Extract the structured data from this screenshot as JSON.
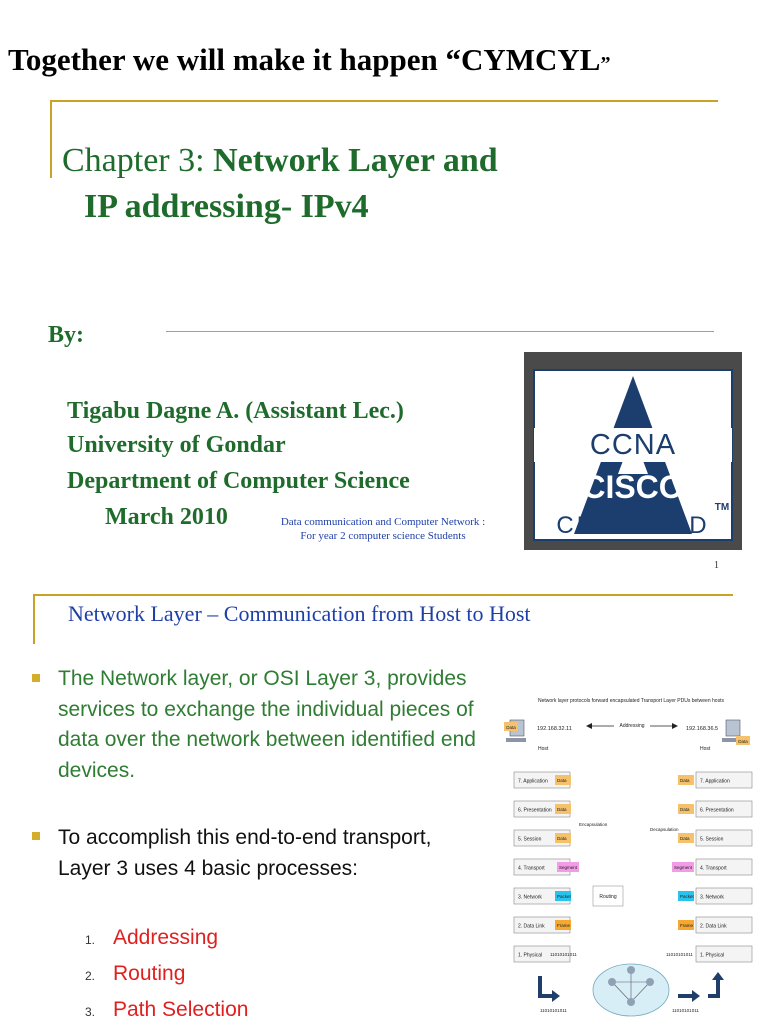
{
  "slide1": {
    "banner": {
      "text": "Together we will make it happen “CYMCYL",
      "close_quote": "”"
    },
    "title": {
      "prefix": "Chapter 3: ",
      "bold_line1": "Network Layer and",
      "line2": "IP addressing-   IPv4"
    },
    "by_label": "By:",
    "author": {
      "name": "Tigabu Dagne A. (Assistant Lec.)",
      "university": "University of Gondar",
      "department": "Department of Computer Science",
      "date": "March 2010"
    },
    "footer_note": "Data communication and Computer Network : For year 2 computer science Students",
    "page_number": "1",
    "logo": {
      "line1": "CCNA",
      "line2": "CISCO",
      "line3": "CERTIFIED",
      "tm": "TM"
    }
  },
  "slide2": {
    "title": "Network Layer – Communication from Host to Host",
    "bullets": [
      "The Network layer, or OSI Layer 3, provides services to exchange the individual pieces of data over the network between identified end devices.",
      "To accomplish this end-to-end transport, Layer 3 uses 4 basic processes:"
    ],
    "sub_items": [
      {
        "num": "1.",
        "label": "Addressing"
      },
      {
        "num": "2.",
        "label": "Routing"
      },
      {
        "num": "3.",
        "label": "Path Selection"
      }
    ],
    "diagram": {
      "caption": "Network layer protocols forward encapsulated Transport Layer PDUs between hosts",
      "left_ip": "192.168.32.11",
      "right_ip": "192.168.36.5",
      "addressing": "Addressing",
      "host": "Host",
      "data": "Data",
      "encapsulation": "Encapsulation",
      "decapsulation": "Decapsulation",
      "routing": "Routing",
      "layers": [
        "7. Application",
        "6. Presentation",
        "5. Session",
        "4. Transport",
        "3. Network",
        "2. Data Link",
        "1. Physical"
      ],
      "pdus": [
        "Data",
        "Data",
        "Data",
        "Segment",
        "Packet",
        "Frame",
        "11010101011"
      ],
      "bits": "11010101011"
    },
    "colors": {
      "data": "#f5c26b",
      "segment": "#f39be6",
      "packet": "#29c3ee",
      "frame": "#f6a830",
      "accent": "#c9a227"
    }
  }
}
